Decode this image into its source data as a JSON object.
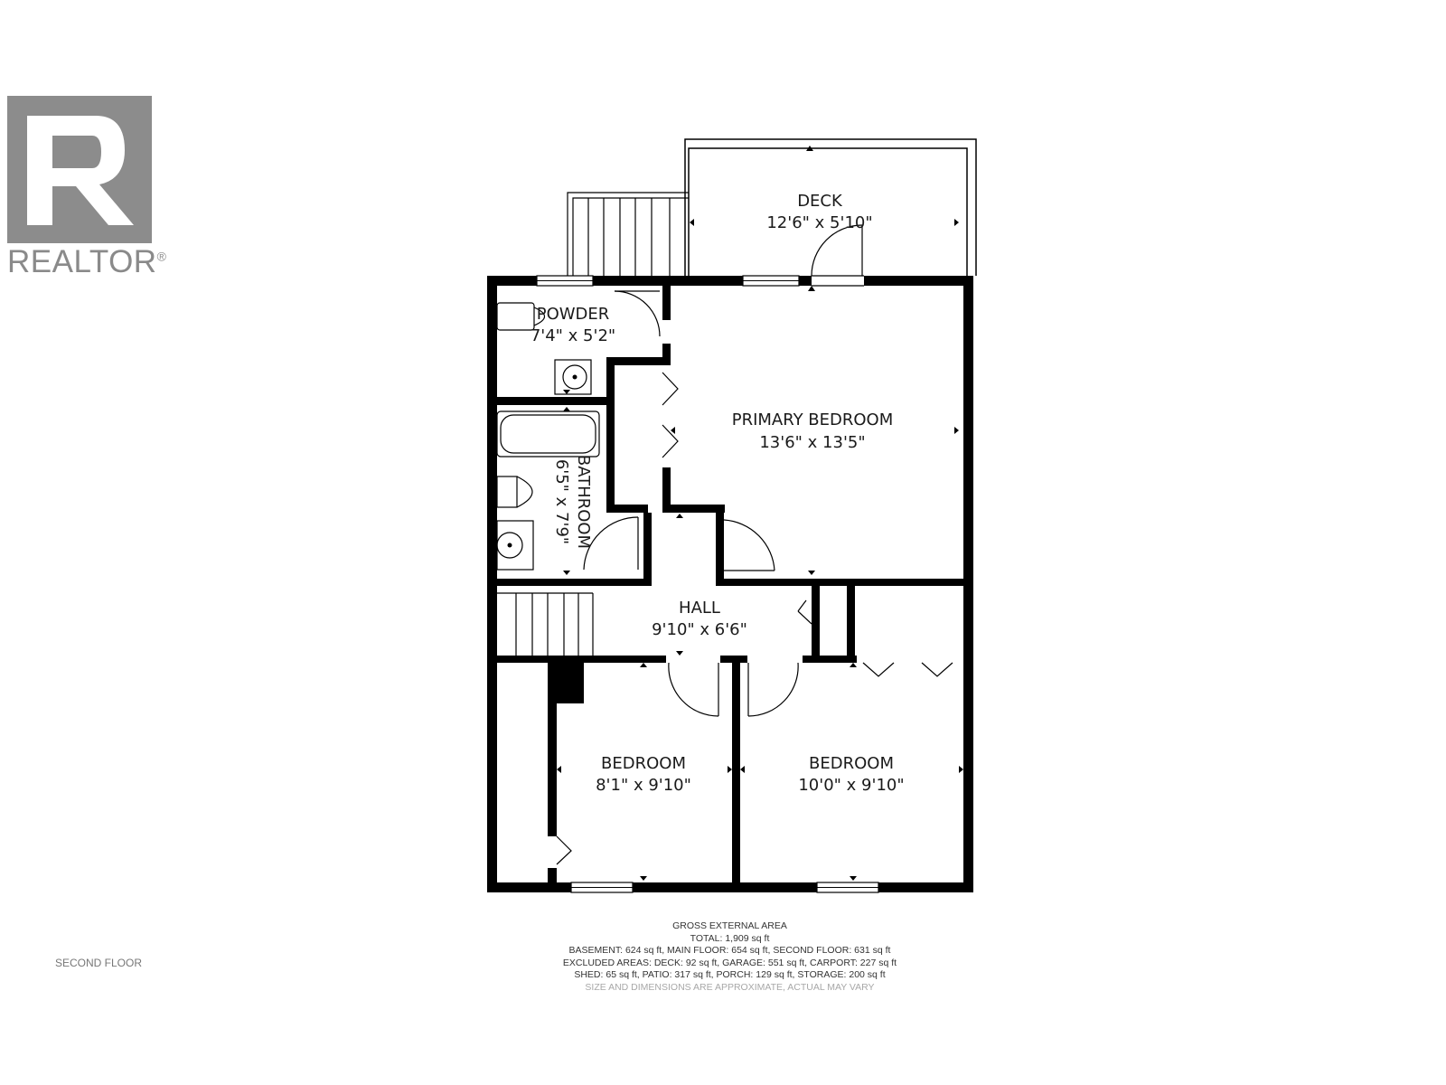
{
  "logo": {
    "text": "REALTOR",
    "mark": "®",
    "icon": "realtor-r-icon",
    "color": "#8c8c8c"
  },
  "floor_name": "SECOND FLOOR",
  "rooms": {
    "deck": {
      "name": "DECK",
      "dims": "12'6\" x 5'10\""
    },
    "powder": {
      "name": "POWDER",
      "dims": "7'4\" x 5'2\""
    },
    "primary_bedroom": {
      "name": "PRIMARY BEDROOM",
      "dims": "13'6\" x 13'5\""
    },
    "bathroom": {
      "name": "BATHROOM",
      "dims": "6'5\" x 7'9\""
    },
    "hall": {
      "name": "HALL",
      "dims": "9'10\" x 6'6\""
    },
    "bedroom_1": {
      "name": "BEDROOM",
      "dims": "8'1\" x 9'10\""
    },
    "bedroom_2": {
      "name": "BEDROOM",
      "dims": "10'0\" x 9'10\""
    }
  },
  "area_summary": {
    "heading": "GROSS EXTERNAL AREA",
    "total": "TOTAL: 1,909 sq ft",
    "floors": "BASEMENT: 624 sq ft, MAIN FLOOR: 654 sq ft, SECOND FLOOR: 631 sq ft",
    "excluded_1": "EXCLUDED AREAS: DECK: 92 sq ft, GARAGE: 551 sq ft, CARPORT: 227 sq ft",
    "excluded_2": "SHED: 65 sq ft, PATIO: 317 sq ft, PORCH: 129 sq ft, STORAGE: 200 sq ft",
    "disclaimer": "SIZE AND DIMENSIONS ARE APPROXIMATE, ACTUAL MAY VARY"
  },
  "colors": {
    "wall": "#000000",
    "thin_line": "#000000",
    "logo_gray": "#8c8c8c"
  }
}
